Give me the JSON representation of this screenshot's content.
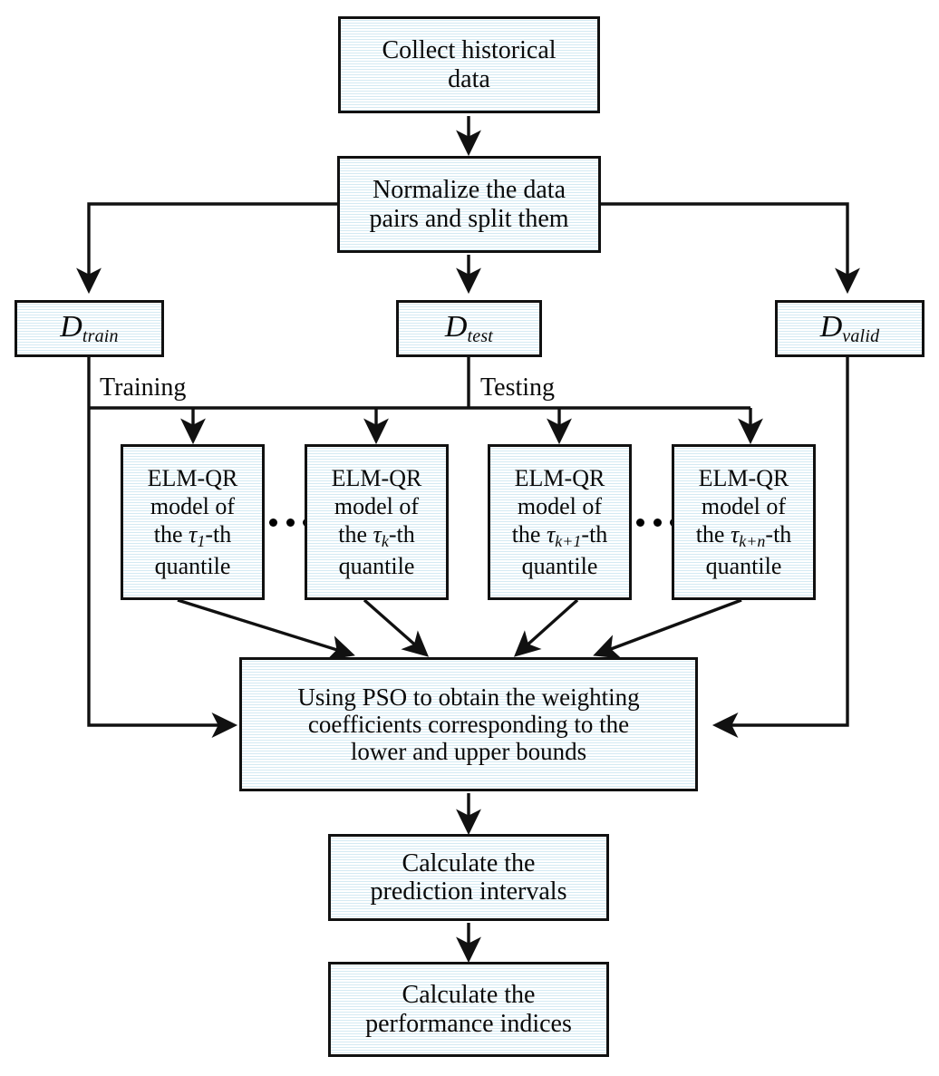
{
  "diagram": {
    "title": "ELM-QR PSO prediction interval flowchart",
    "colors": {
      "stroke": "#111111",
      "fill_hatch": "#d4eaf3",
      "background": "#ffffff",
      "text": "#0a0a0a"
    },
    "nodes": {
      "collect": {
        "label": "Collect historical\ndata"
      },
      "normalize": {
        "label": "Normalize the data\npairs and split them"
      },
      "d_train": {
        "base": "D",
        "sub": "train"
      },
      "d_test": {
        "base": "D",
        "sub": "test"
      },
      "d_valid": {
        "base": "D",
        "sub": "valid"
      },
      "elm1": {
        "line1": "ELM-QR",
        "line2": "model of",
        "line3_pre": "the ",
        "tau": "τ",
        "tau_sub": "1",
        "line3_post": "-th",
        "line4": "quantile"
      },
      "elm2": {
        "line1": "ELM-QR",
        "line2": "model of",
        "line3_pre": "the ",
        "tau": "τ",
        "tau_sub": "k",
        "line3_post": "-th",
        "line4": "quantile"
      },
      "elm3": {
        "line1": "ELM-QR",
        "line2": "model of",
        "line3_pre": "the ",
        "tau": "τ",
        "tau_sub": "k+1",
        "line3_post": "-th",
        "line4": "quantile"
      },
      "elm4": {
        "line1": "ELM-QR",
        "line2": "model of",
        "line3_pre": "the ",
        "tau": "τ",
        "tau_sub": "k+n",
        "line3_post": "-th",
        "line4": "quantile"
      },
      "pso": {
        "label": "Using PSO to obtain the weighting\ncoefficients corresponding to the\nlower and upper bounds"
      },
      "intervals": {
        "label": "Calculate the\nprediction intervals"
      },
      "indices": {
        "label": "Calculate the\nperformance indices"
      }
    },
    "edge_labels": {
      "training": "Training",
      "testing": "Testing"
    },
    "ellipsis": "•••"
  }
}
